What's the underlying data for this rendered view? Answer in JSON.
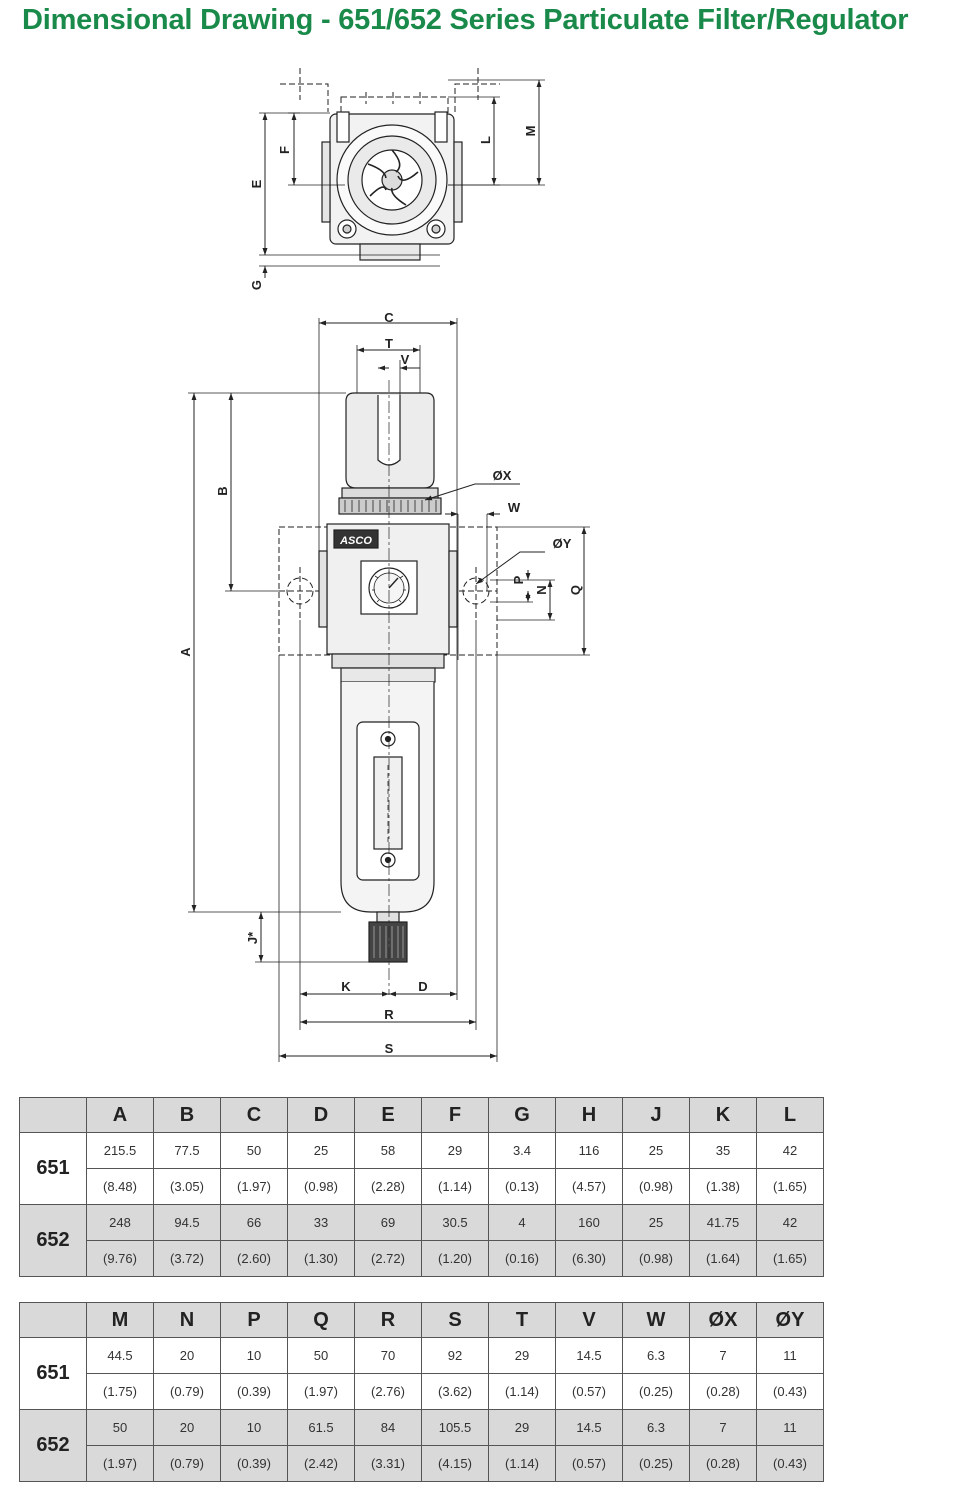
{
  "title": "Dimensional Drawing - 651/652 Series Particulate Filter/Regulator",
  "drawing": {
    "brand_label": "ASCO",
    "dimension_labels": {
      "top": [
        "F",
        "E",
        "G",
        "L",
        "M"
      ],
      "front": [
        "C",
        "T",
        "V",
        "B",
        "A",
        "ØX",
        "W",
        "ØY",
        "P",
        "N",
        "Q",
        "J*",
        "K",
        "D",
        "R",
        "S"
      ]
    }
  },
  "tables": [
    {
      "columns": [
        "A",
        "B",
        "C",
        "D",
        "E",
        "F",
        "G",
        "H",
        "J",
        "K",
        "L"
      ],
      "rows": [
        {
          "model": "651",
          "mm": [
            "215.5",
            "77.5",
            "50",
            "25",
            "58",
            "29",
            "3.4",
            "116",
            "25",
            "35",
            "42"
          ],
          "inch": [
            "(8.48)",
            "(3.05)",
            "(1.97)",
            "(0.98)",
            "(2.28)",
            "(1.14)",
            "(0.13)",
            "(4.57)",
            "(0.98)",
            "(1.38)",
            "(1.65)"
          ]
        },
        {
          "model": "652",
          "mm": [
            "248",
            "94.5",
            "66",
            "33",
            "69",
            "30.5",
            "4",
            "160",
            "25",
            "41.75",
            "42"
          ],
          "inch": [
            "(9.76)",
            "(3.72)",
            "(2.60)",
            "(1.30)",
            "(2.72)",
            "(1.20)",
            "(0.16)",
            "(6.30)",
            "(0.98)",
            "(1.64)",
            "(1.65)"
          ]
        }
      ]
    },
    {
      "columns": [
        "M",
        "N",
        "P",
        "Q",
        "R",
        "S",
        "T",
        "V",
        "W",
        "ØX",
        "ØY"
      ],
      "rows": [
        {
          "model": "651",
          "mm": [
            "44.5",
            "20",
            "10",
            "50",
            "70",
            "92",
            "29",
            "14.5",
            "6.3",
            "7",
            "11"
          ],
          "inch": [
            "(1.75)",
            "(0.79)",
            "(0.39)",
            "(1.97)",
            "(2.76)",
            "(3.62)",
            "(1.14)",
            "(0.57)",
            "(0.25)",
            "(0.28)",
            "(0.43)"
          ]
        },
        {
          "model": "652",
          "mm": [
            "50",
            "20",
            "10",
            "61.5",
            "84",
            "105.5",
            "29",
            "14.5",
            "6.3",
            "7",
            "11"
          ],
          "inch": [
            "(1.97)",
            "(0.79)",
            "(0.39)",
            "(2.42)",
            "(3.31)",
            "(4.15)",
            "(1.14)",
            "(0.57)",
            "(0.25)",
            "(0.28)",
            "(0.43)"
          ]
        }
      ]
    }
  ]
}
